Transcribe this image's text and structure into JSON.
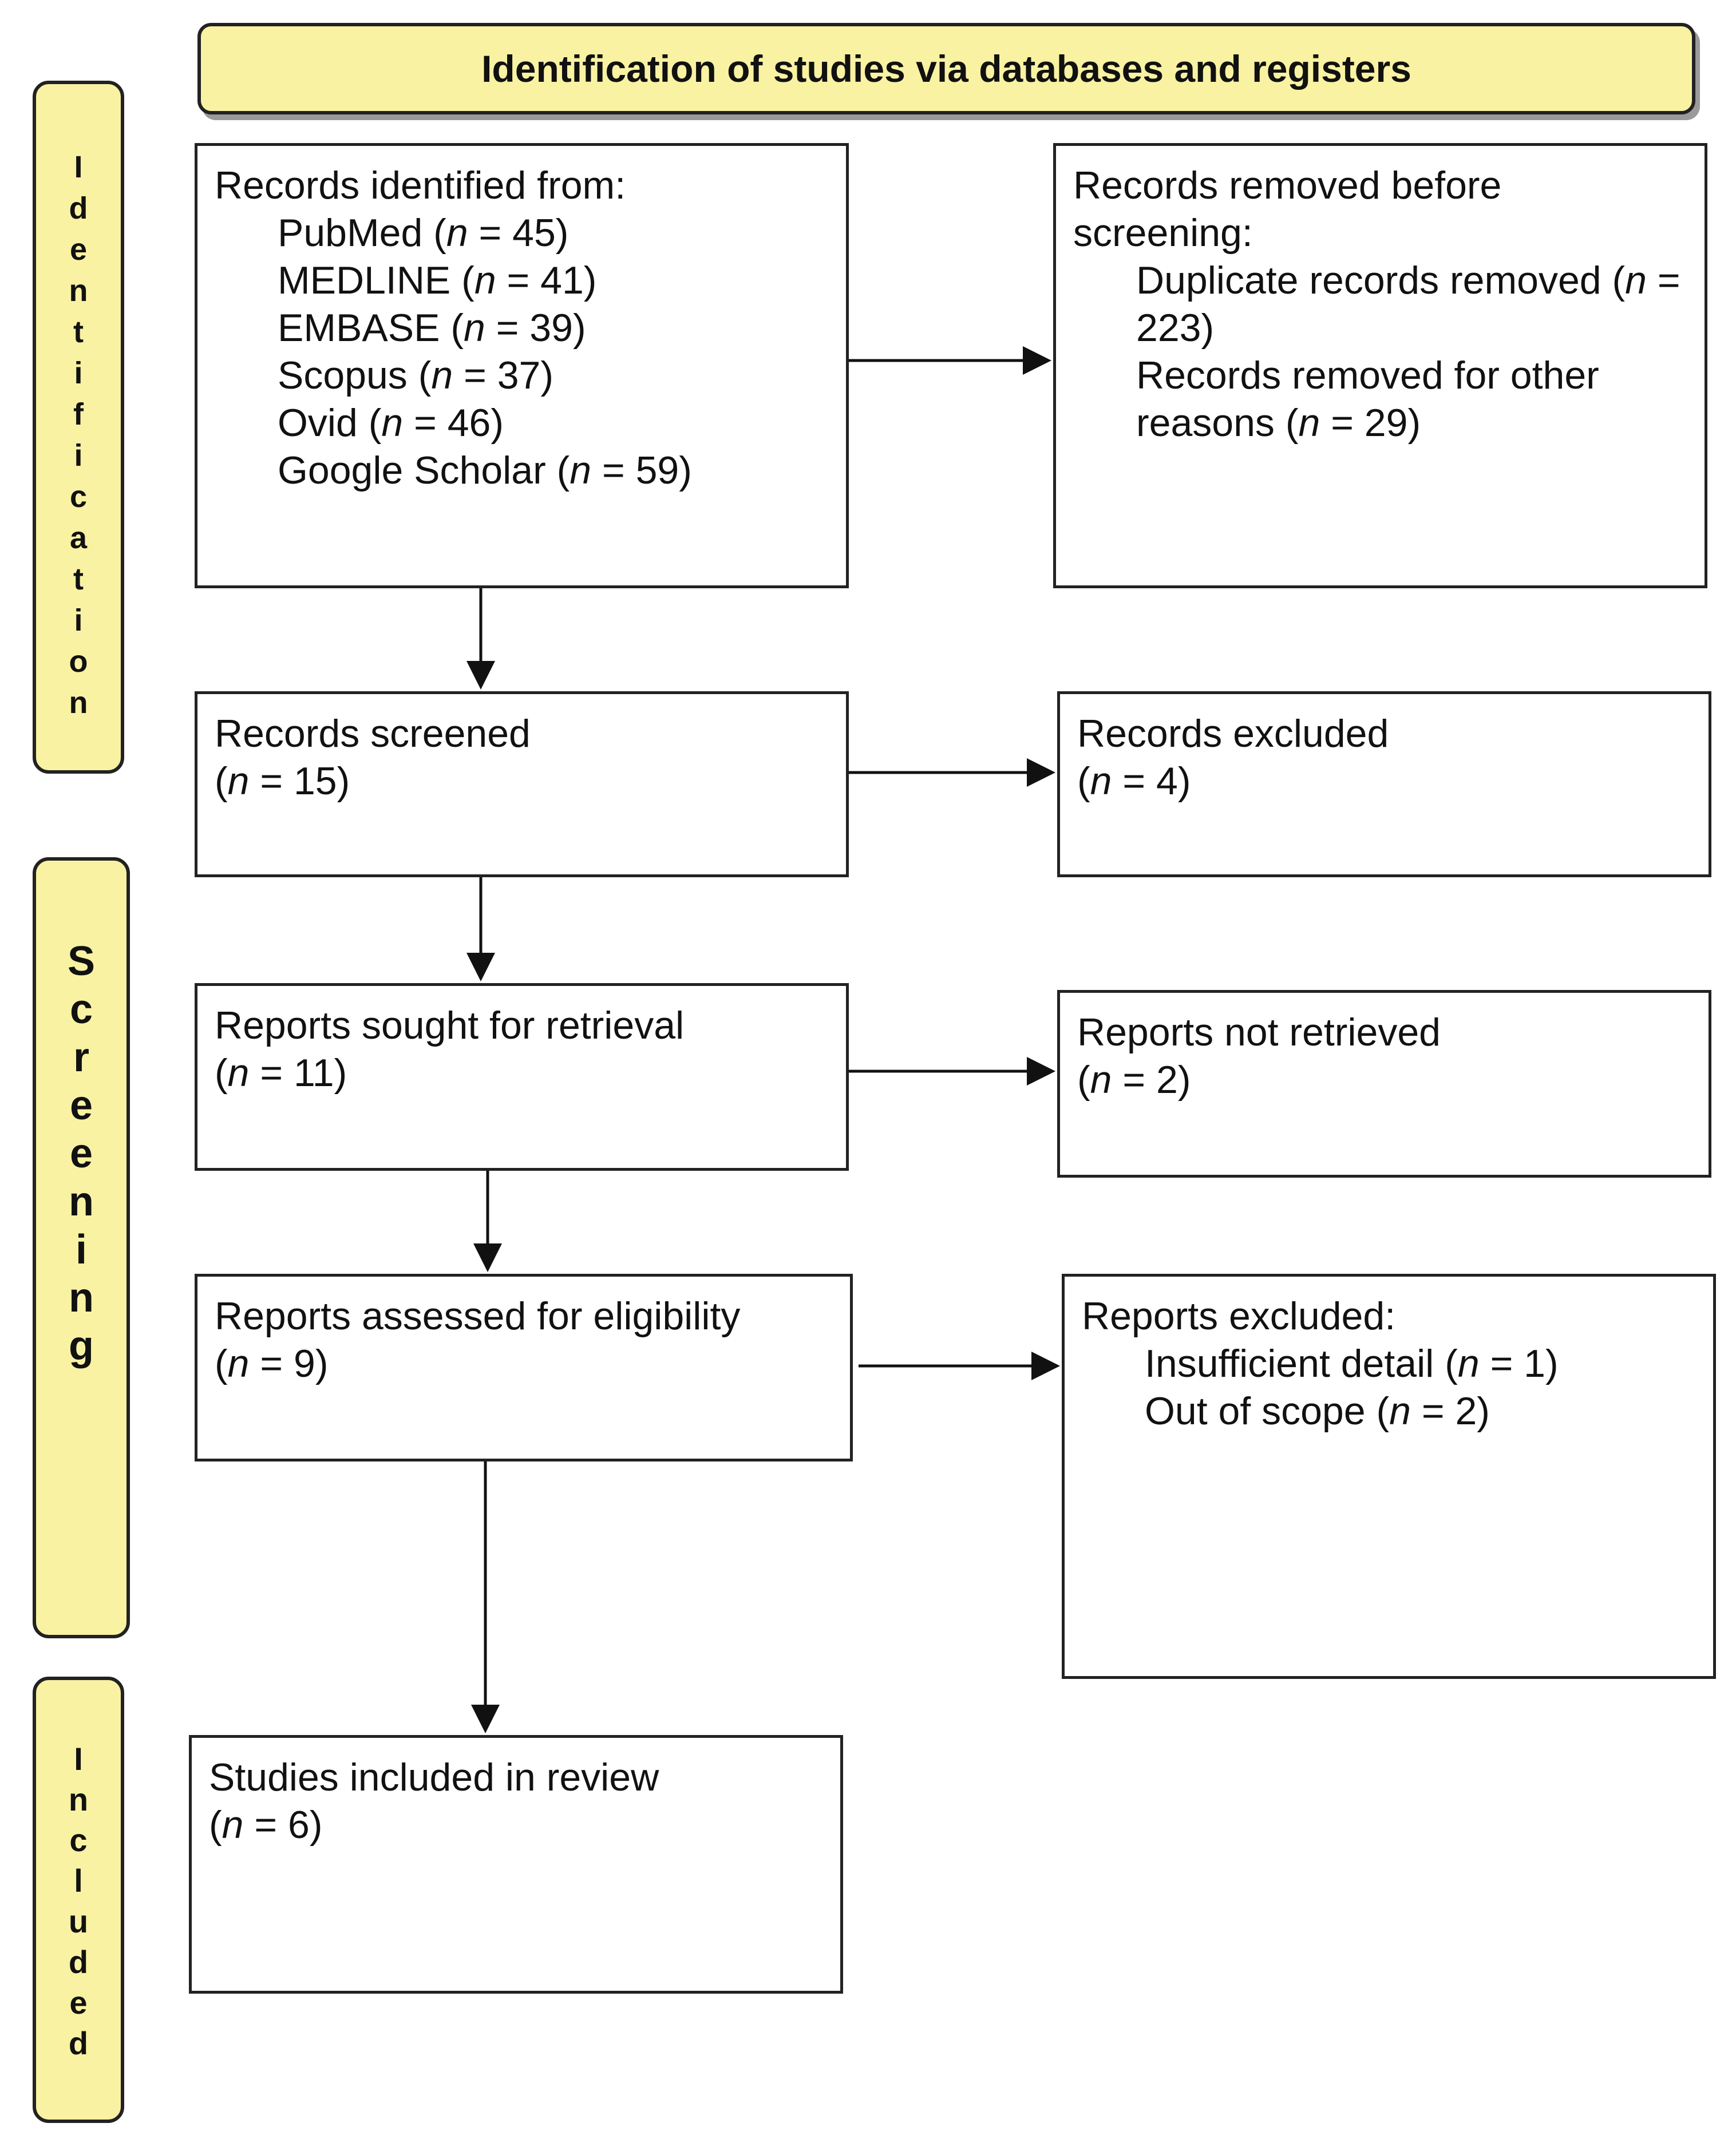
{
  "header": {
    "title": "Identification of studies via databases and registers"
  },
  "phases": {
    "identification": [
      "I",
      "d",
      "e",
      "n",
      "t",
      "i",
      "f",
      "i",
      "c",
      "a",
      "t",
      "i",
      "o",
      "n"
    ],
    "screening": [
      "S",
      "c",
      "r",
      "e",
      "e",
      "n",
      "i",
      "n",
      "g"
    ],
    "included": [
      "I",
      "n",
      "c",
      "l",
      "u",
      "d",
      "e",
      "d"
    ]
  },
  "identified": {
    "heading": "Records identified from:",
    "sources": [
      {
        "name": "PubMed",
        "count": "45"
      },
      {
        "name": "MEDLINE",
        "count": "41"
      },
      {
        "name": "EMBASE",
        "count": "39"
      },
      {
        "name": "Scopus",
        "count": "37"
      },
      {
        "name": "Ovid",
        "count": "46"
      },
      {
        "name": "Google Scholar",
        "count": "59"
      }
    ]
  },
  "removed": {
    "heading": "Records removed before screening:",
    "duplicates_label": "Duplicate records removed",
    "duplicates_count": "223",
    "other_label": "Records removed for other reasons",
    "other_count": "29"
  },
  "screened": {
    "label": "Records screened",
    "count": "15"
  },
  "excluded": {
    "label": "Records excluded",
    "count": "4"
  },
  "sought": {
    "label": "Reports sought for retrieval",
    "count": "11"
  },
  "not_retrieved": {
    "label": "Reports not retrieved",
    "count": "2"
  },
  "assessed": {
    "label": "Reports assessed for eligibility",
    "count": "9"
  },
  "reports_excluded": {
    "heading": "Reports excluded:",
    "reasons": [
      {
        "label": "Insufficient detail",
        "count": "1"
      },
      {
        "label": "Out of scope",
        "count": "2"
      }
    ]
  },
  "included": {
    "label": "Studies included in review",
    "count": "6"
  }
}
